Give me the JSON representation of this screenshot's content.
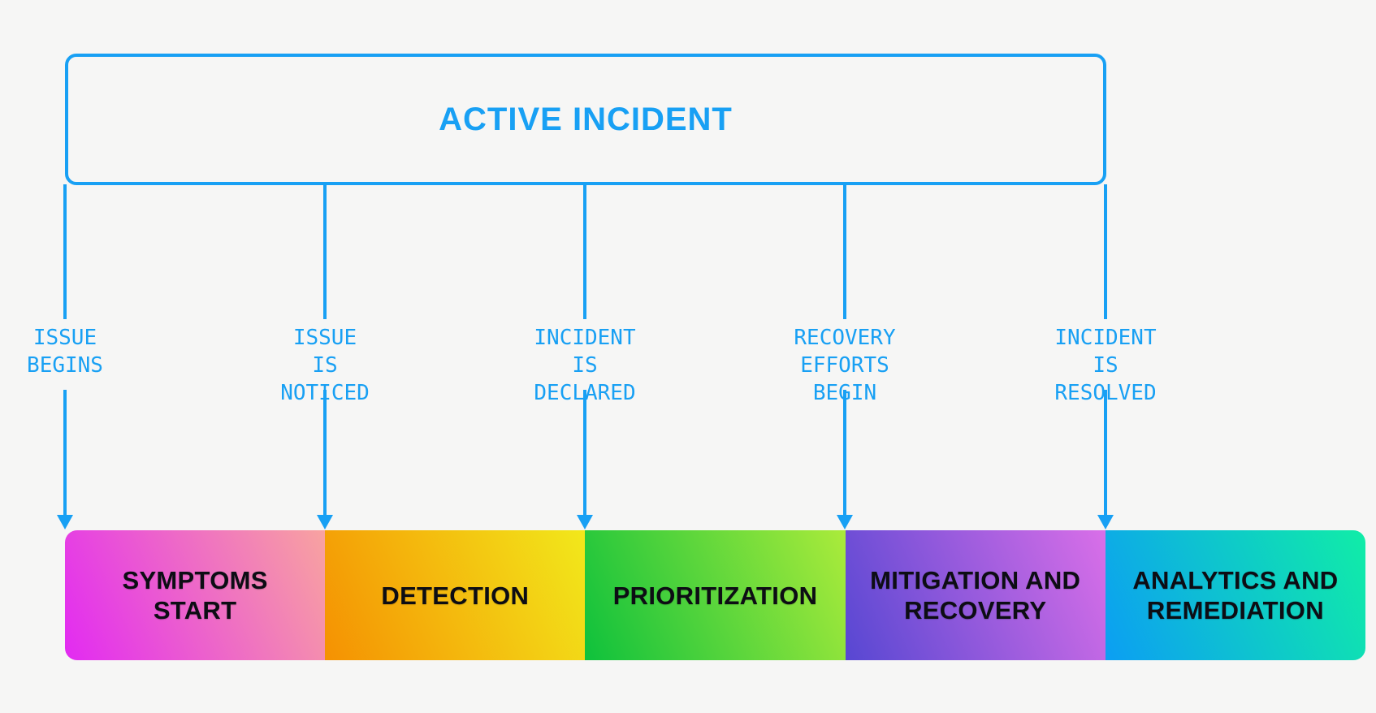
{
  "page": {
    "background": "#f6f6f5",
    "accent": "#18a0f4",
    "phase_text_color": "#0d0d14"
  },
  "header": {
    "title": "ACTIVE INCIDENT"
  },
  "milestones": [
    {
      "id": "issue-begins",
      "label": "ISSUE\nBEGINS"
    },
    {
      "id": "issue-is-noticed",
      "label": "ISSUE\nIS NOTICED"
    },
    {
      "id": "incident-is-declared",
      "label": "INCIDENT\nIS DECLARED"
    },
    {
      "id": "recovery-efforts-begin",
      "label": "RECOVERY\nEFFORTS BEGIN"
    },
    {
      "id": "incident-is-resolved",
      "label": "INCIDENT\nIS RESOLVED"
    }
  ],
  "phases": [
    {
      "id": "symptoms-start",
      "label": "SYMPTOMS\nSTART",
      "gradient_start": "#e22af2",
      "gradient_end": "#f8a3a0"
    },
    {
      "id": "detection",
      "label": "DETECTION",
      "gradient_start": "#f59102",
      "gradient_end": "#f2e81b"
    },
    {
      "id": "prioritization",
      "label": "PRIORITIZATION",
      "gradient_start": "#0ec13c",
      "gradient_end": "#abeb3b"
    },
    {
      "id": "mitigation-and-recovery",
      "label": "MITIGATION AND\nRECOVERY",
      "gradient_start": "#5747d2",
      "gradient_end": "#d96fe8"
    },
    {
      "id": "analytics-and-remediation",
      "label": "ANALYTICS AND\nREMEDIATION",
      "gradient_start": "#0c9ef3",
      "gradient_end": "#10eda7"
    }
  ]
}
